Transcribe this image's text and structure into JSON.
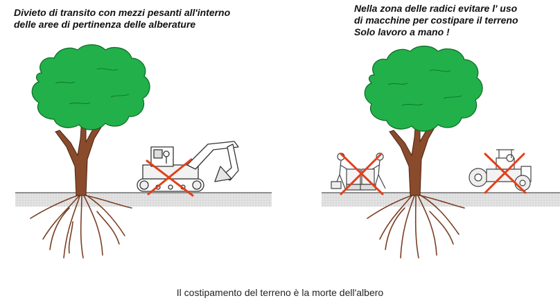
{
  "left_caption": {
    "line1": "Divieto di transito con mezzi pesanti all'interno",
    "line2": "delle aree di pertinenza delle alberature"
  },
  "right_caption": {
    "line1": "Nella zona delle radici evitare l' uso",
    "line2": "di macchine per costipare il terreno",
    "line3": "Solo lavoro a mano !"
  },
  "footer": "Il costipamento del terreno è la morte dell'albero",
  "colors": {
    "foliage": "#22b04a",
    "trunk": "#8a4a2c",
    "cross": "#e2401c",
    "ground": "#c9c9c9"
  }
}
